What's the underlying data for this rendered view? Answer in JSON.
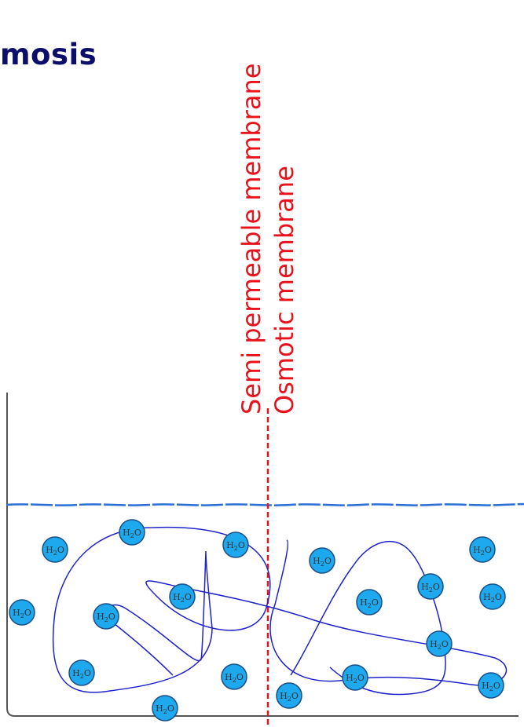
{
  "title": "mosis",
  "labels": {
    "membrane_1": "Semi permeable membrane",
    "membrane_2": "Osmotic membrane"
  },
  "molecule": {
    "prefix": "H",
    "subscript": "2",
    "suffix": "O"
  },
  "colors": {
    "title": "#0d0d6b",
    "label": "#e8121c",
    "membrane": "#e8121c",
    "water_surface": "#2a6fd6",
    "molecule_fill": "#1ea8ee",
    "molecule_stroke": "#1b4f86",
    "path": "#1f22c8",
    "container": "#555555"
  }
}
